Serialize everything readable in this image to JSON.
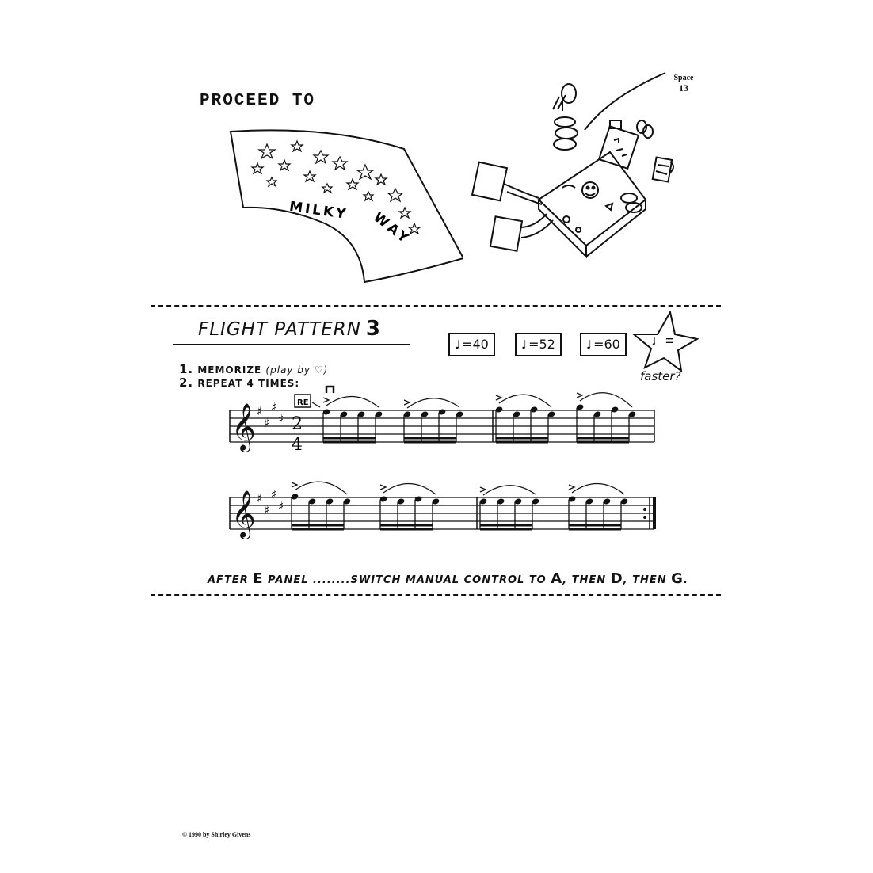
{
  "page_label": {
    "line1": "Space",
    "line2": "13"
  },
  "proceed_text": "PROCEED TO",
  "banner": {
    "word1": "MILKY",
    "word2": "WAY"
  },
  "flight": {
    "title": "FLIGHT PATTERN",
    "number": "3"
  },
  "tempos": [
    {
      "note": "♩",
      "label": "=40"
    },
    {
      "note": "♩",
      "label": "=52"
    },
    {
      "note": "♩",
      "label": "=60"
    }
  ],
  "star": {
    "note": "♩=",
    "caption": "faster?"
  },
  "instructions": {
    "step1_num": "1.",
    "step1_text": "MEMORIZE",
    "step1_hint": "(play by ♡)",
    "step2_num": "2.",
    "step2_text": "REPEAT 4 TIMES:"
  },
  "music": {
    "time_signature_top": "2",
    "time_signature_bottom": "4",
    "re_label": "RE",
    "key_signature": "E major (4 sharps)",
    "ink_color": "#111111"
  },
  "after": {
    "p1": "AFTER ",
    "e": "E",
    "p2": " PANEL ........SWITCH MANUAL CONTROL TO ",
    "a": "A",
    "p3": ", THEN ",
    "d": "D",
    "p4": ", THEN ",
    "g": "G",
    "p5": "."
  },
  "copyright": "© 1990 by Shirley Givens"
}
